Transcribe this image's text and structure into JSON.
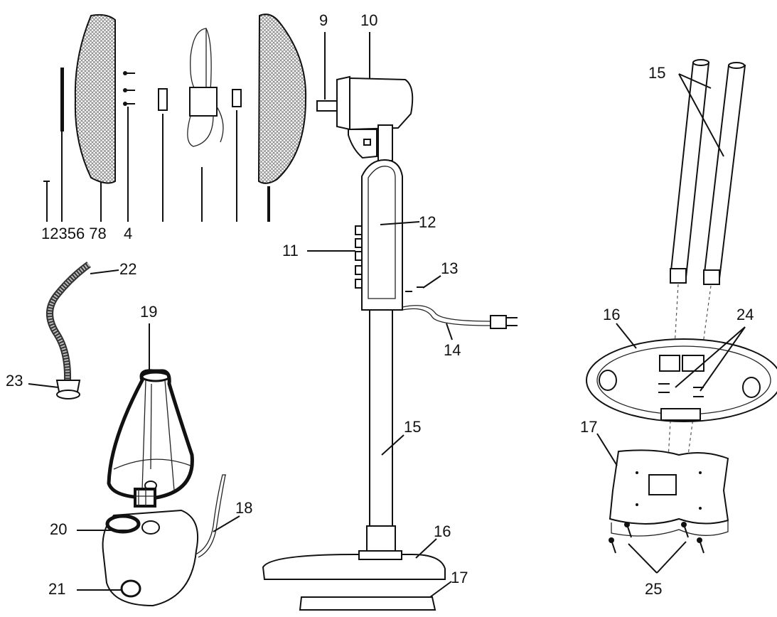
{
  "colors": {
    "ink": "#111111",
    "mesh": "#9a9a9a",
    "paper": "#ffffff"
  },
  "labels": {
    "l1_8": "12356 78",
    "l4": "4",
    "l9": "9",
    "l10": "10",
    "l11": "11",
    "l12": "12",
    "l13": "13",
    "l14": "14",
    "l15_pole": "15",
    "l16_stand": "16",
    "l17_stand": "17",
    "l18": "18",
    "l19": "19",
    "l20": "20",
    "l21": "21",
    "l22": "22",
    "l23": "23",
    "l15_tubes": "15",
    "l16_base": "16",
    "l24": "24",
    "l17_base": "17",
    "l25": "25"
  }
}
